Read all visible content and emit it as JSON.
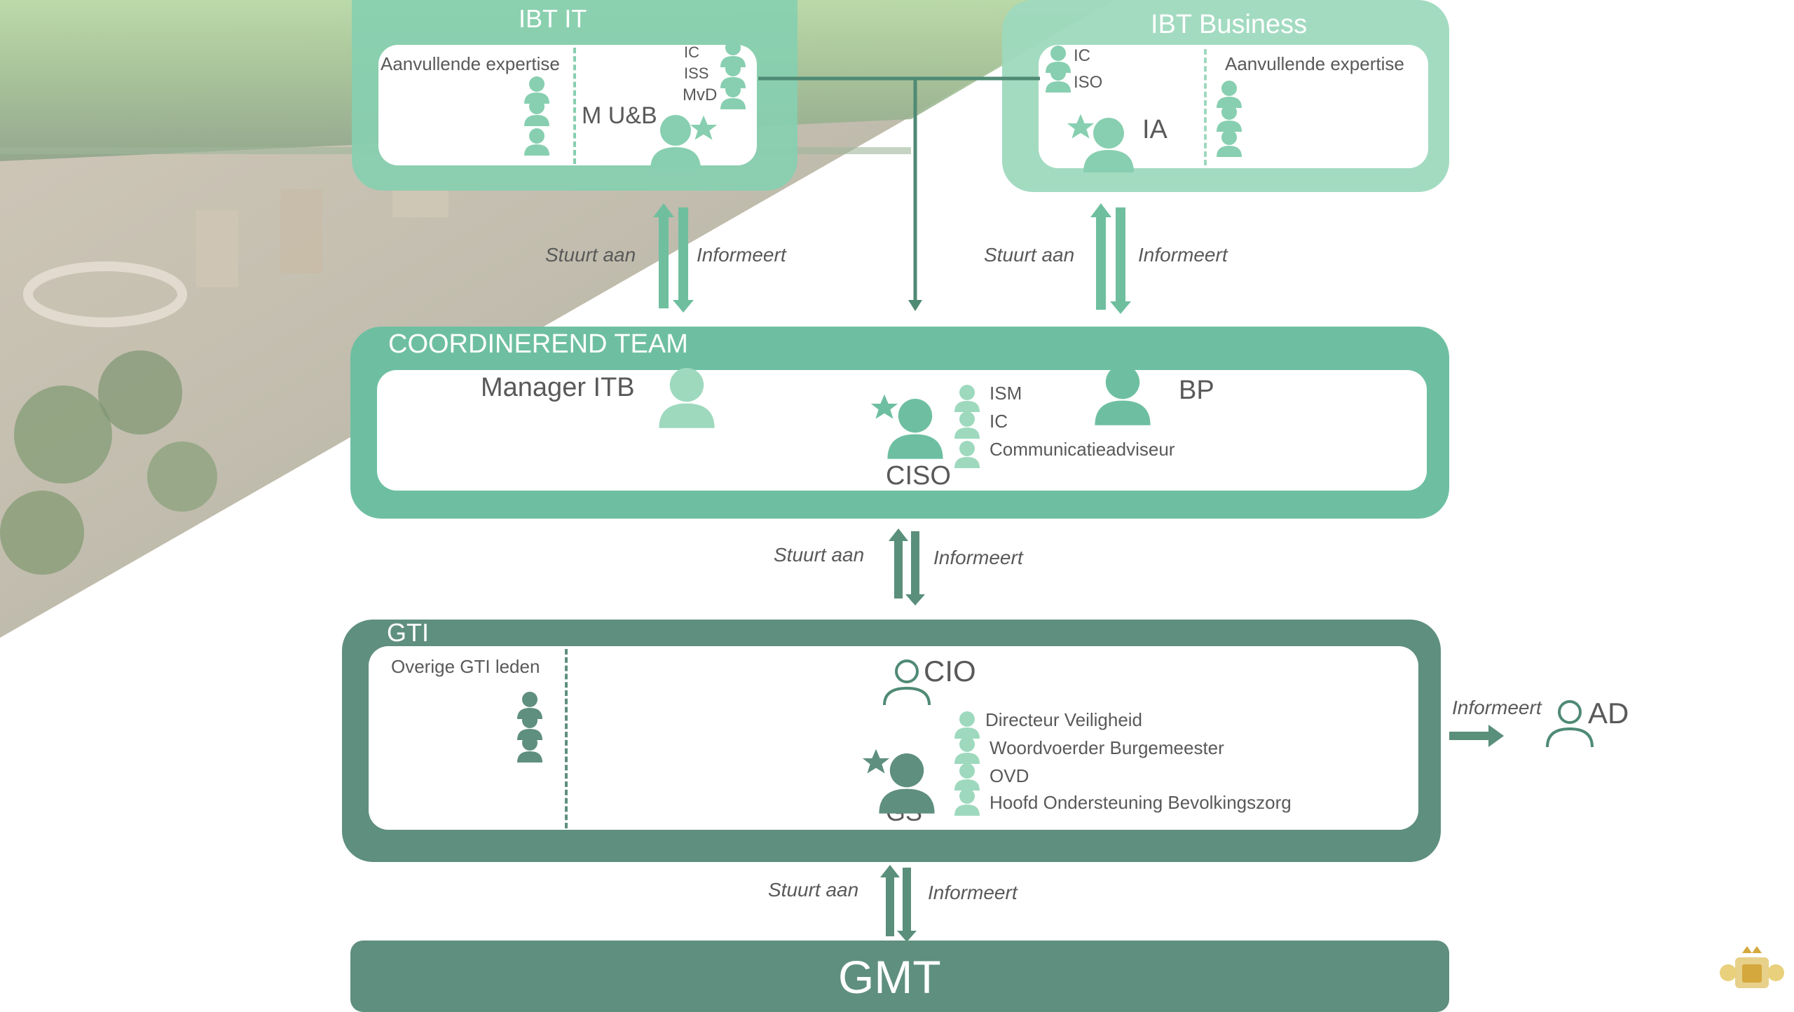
{
  "colors": {
    "light_green": "#87cfb0",
    "mid_green": "#6ebfa1",
    "dark_green": "#5f8f7e",
    "arrow_green": "#5a8f7b",
    "text_gray": "#595959",
    "white": "#ffffff"
  },
  "ibt_it": {
    "title": "IBT IT",
    "extra_label": "Aanvullende expertise",
    "roles": [
      "IC",
      "ISS",
      "MvD"
    ],
    "lead": "M U&B"
  },
  "ibt_business": {
    "title": "IBT Business",
    "roles": [
      "IC",
      "ISO"
    ],
    "extra_label": "Aanvullende expertise",
    "lead": "IA"
  },
  "coordinerend_team": {
    "title": "COORDINEREND TEAM",
    "manager": "Manager ITB",
    "lead": "CISO",
    "roles": [
      "ISM",
      "IC",
      "Communicatieadviseur"
    ],
    "bp": "BP"
  },
  "gti": {
    "title": "GTI",
    "other_label": "Overige GTI leden",
    "cio": "CIO",
    "lead": "GS",
    "roles": [
      "Directeur Veiligheid",
      "Woordvoerder Burgemeester",
      "OVD",
      "Hoofd Ondersteuning Bevolkingszorg"
    ]
  },
  "gmt": {
    "title": "GMT"
  },
  "arrows": {
    "stuurt_aan": "Stuurt aan",
    "informeert": "Informeert"
  },
  "ad": {
    "label": "AD",
    "informeert": "Informeert"
  },
  "icons": [
    "person-icon",
    "person-outline-icon",
    "star-icon",
    "crest-logo"
  ]
}
